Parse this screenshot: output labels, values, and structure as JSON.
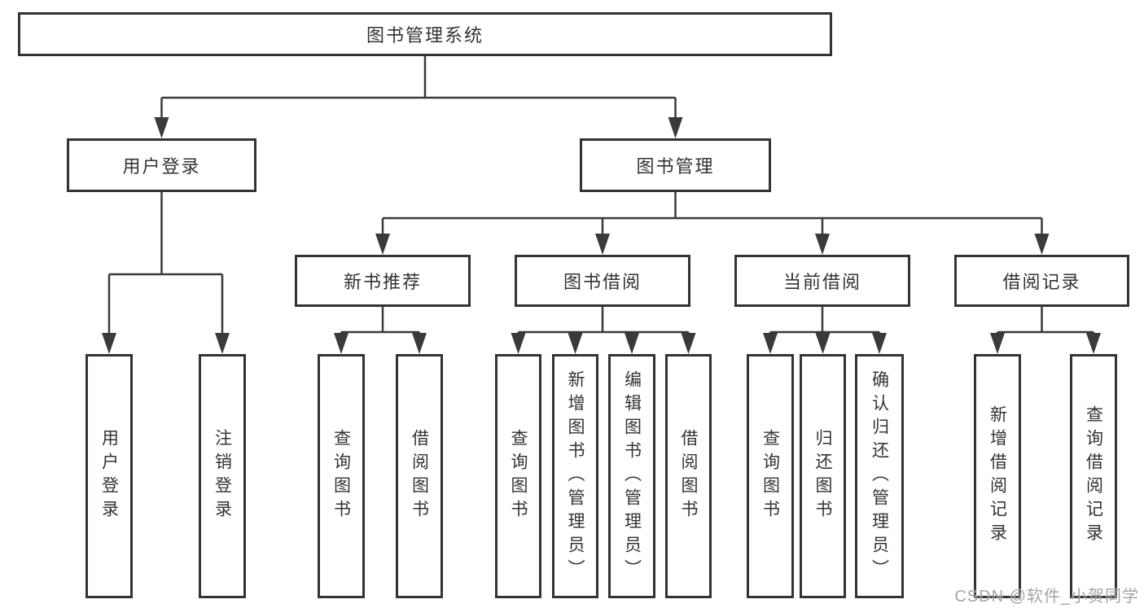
{
  "diagram": {
    "title": "图书管理系统",
    "nodes": [
      {
        "id": "root",
        "label": "图书管理系统",
        "vertical": false
      },
      {
        "id": "user-login",
        "label": "用户登录",
        "vertical": false
      },
      {
        "id": "book-mgmt",
        "label": "图书管理",
        "vertical": false
      },
      {
        "id": "new-books",
        "label": "新书推荐",
        "vertical": false
      },
      {
        "id": "book-borrow",
        "label": "图书借阅",
        "vertical": false
      },
      {
        "id": "current-borrow",
        "label": "当前借阅",
        "vertical": false
      },
      {
        "id": "borrow-records",
        "label": "借阅记录",
        "vertical": false
      },
      {
        "id": "leaf-user-login",
        "label": "用户登录",
        "vertical": true
      },
      {
        "id": "leaf-logout",
        "label": "注销登录",
        "vertical": true
      },
      {
        "id": "leaf-nb-query",
        "label": "查询图书",
        "vertical": true
      },
      {
        "id": "leaf-nb-borrow",
        "label": "借阅图书",
        "vertical": true
      },
      {
        "id": "leaf-bb-query",
        "label": "查询图书",
        "vertical": true
      },
      {
        "id": "leaf-bb-add",
        "label": "新增图书（管理员）",
        "vertical": true
      },
      {
        "id": "leaf-bb-edit",
        "label": "编辑图书（管理员）",
        "vertical": true
      },
      {
        "id": "leaf-bb-borrow",
        "label": "借阅图书",
        "vertical": true
      },
      {
        "id": "leaf-cb-query",
        "label": "查询图书",
        "vertical": true
      },
      {
        "id": "leaf-cb-return",
        "label": "归还图书",
        "vertical": true
      },
      {
        "id": "leaf-cb-confirm",
        "label": "确认归还（管理员）",
        "vertical": true
      },
      {
        "id": "leaf-br-add",
        "label": "新增借阅记录",
        "vertical": true
      },
      {
        "id": "leaf-br-query",
        "label": "查询借阅记录",
        "vertical": true
      }
    ],
    "edges": [
      {
        "from": "root",
        "to": [
          "user-login",
          "book-mgmt"
        ]
      },
      {
        "from": "user-login",
        "to": [
          "leaf-user-login",
          "leaf-logout"
        ]
      },
      {
        "from": "book-mgmt",
        "to": [
          "new-books",
          "book-borrow",
          "current-borrow",
          "borrow-records"
        ]
      },
      {
        "from": "new-books",
        "to": [
          "leaf-nb-query",
          "leaf-nb-borrow"
        ]
      },
      {
        "from": "book-borrow",
        "to": [
          "leaf-bb-query",
          "leaf-bb-add",
          "leaf-bb-edit",
          "leaf-bb-borrow"
        ]
      },
      {
        "from": "current-borrow",
        "to": [
          "leaf-cb-query",
          "leaf-cb-return",
          "leaf-cb-confirm"
        ]
      },
      {
        "from": "borrow-records",
        "to": [
          "leaf-br-add",
          "leaf-br-query"
        ]
      }
    ]
  },
  "watermark": {
    "text": "CSDN @软件_小贺同学"
  },
  "colors": {
    "line": "#3a3a3a",
    "box_border": "#333333",
    "text": "#333333",
    "background": "#ffffff",
    "watermark": "#9b9b9b"
  }
}
